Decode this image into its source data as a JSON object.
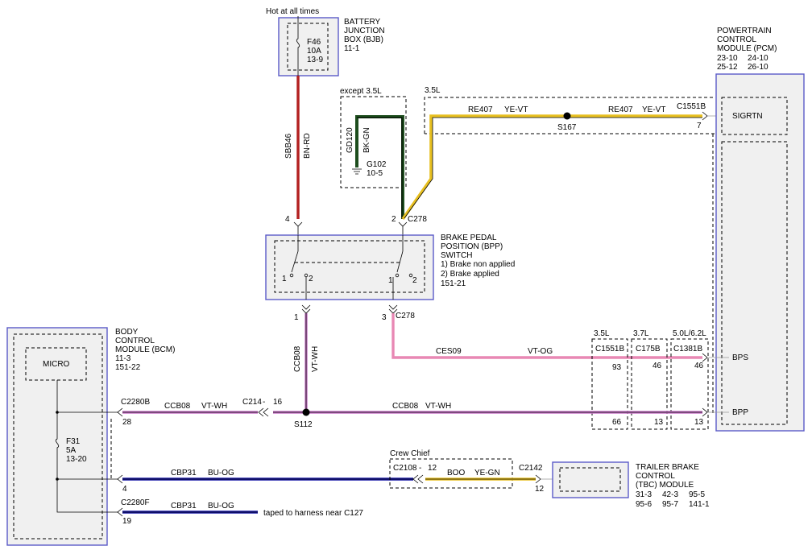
{
  "hot_label": "Hot at all times",
  "bjb": {
    "title_lines": [
      "BATTERY",
      "JUNCTION",
      "BOX (BJB)",
      "11-1"
    ],
    "fuse_lines": [
      "F46",
      "10A",
      "13-9"
    ]
  },
  "pcm": {
    "title_lines": [
      "POWERTRAIN",
      "CONTROL",
      "MODULE (PCM)"
    ],
    "refs": [
      [
        "23-10",
        "24-10"
      ],
      [
        "25-12",
        "26-10"
      ]
    ],
    "pins": {
      "sigrtn": "SIGRTN",
      "bps": "BPS",
      "bpp": "BPP"
    }
  },
  "ground": {
    "zone": "except 3.5L",
    "circuit": "GD120",
    "color": "BK-GN",
    "id": "G102",
    "ref": "10-5"
  },
  "sigrtn_run": {
    "zone": "3.5L",
    "circuit1": "RE407",
    "color1": "YE-VT",
    "splice": "S167",
    "circuit2": "RE407",
    "color2": "YE-VT",
    "connector": "C1551B",
    "pin": "7"
  },
  "bjb_wire": {
    "circuit": "SBB46",
    "color": "BN-RD",
    "pin": "4"
  },
  "bpp_switch": {
    "title_lines": [
      "BRAKE PEDAL",
      "POSITION (BPP)",
      "SWITCH",
      "1) Brake non applied",
      "2) Brake applied",
      "151-21"
    ],
    "top_pin": "2",
    "top_connector": "C278",
    "left_contacts": [
      "1",
      "2"
    ],
    "right_contacts": [
      "1",
      "2"
    ],
    "bottom_left_pin": "1",
    "bottom_right_pin": "3",
    "bottom_right_connector": "C278"
  },
  "bcm": {
    "title_lines": [
      "BODY",
      "CONTROL",
      "MODULE (BCM)",
      "11-3",
      "151-22"
    ],
    "micro": "MICRO",
    "fuse_lines": [
      "F31",
      "5A",
      "13-20"
    ]
  },
  "ccb08_vertical": {
    "circuit": "CCB08",
    "color": "VT-WH"
  },
  "ces09": {
    "circuit": "CES09",
    "color": "VT-OG",
    "pin": "46"
  },
  "pcm_connectors": [
    {
      "zone": "3.5L",
      "name": "C1551B",
      "bps_pin": "93",
      "bpp_pin": "66"
    },
    {
      "zone": "3.7L",
      "name": "C175B",
      "bps_pin": "46",
      "bpp_pin": "13"
    },
    {
      "zone": "5.0L/6.2L",
      "name": "C1381B",
      "bps_pin": "",
      "bpp_pin": "13"
    }
  ],
  "bpp_run": {
    "bcm_connector": "C2280B",
    "bcm_pin": "28",
    "circuit1": "CCB08",
    "color1": "VT-WH",
    "inline": "C214",
    "inline_pin": "16",
    "splice": "S112",
    "circuit2": "CCB08",
    "color2": "VT-WH"
  },
  "cbp_run": {
    "bcm_pin": "4",
    "circuit": "CBP31",
    "color": "BU-OG",
    "crew_chief": "Crew Chief",
    "inline": "C2108",
    "inline_pin": "12",
    "circuit2": "BOO",
    "color2": "YE-GN",
    "tbc_connector": "C2142",
    "tbc_pin": "12"
  },
  "tbc": {
    "title_lines": [
      "TRAILER BRAKE",
      "CONTROL",
      "(TBC) MODULE"
    ],
    "refs": [
      [
        "31-3",
        "42-3",
        "95-5"
      ],
      [
        "95-6",
        "95-7",
        "141-1"
      ]
    ]
  },
  "taped_run": {
    "connector": "C2280F",
    "pin": "19",
    "circuit": "CBP31",
    "color": "BU-OG",
    "note": "taped to harness near C127"
  },
  "colors": {
    "brown_red": "#b32020",
    "black_green": "#1d4d1d",
    "yellow": "#e8c020",
    "pink": "#e888b4",
    "violet": "#c878c8",
    "blue": "#1a1aa8",
    "module_blue": "#5a5ac8"
  }
}
